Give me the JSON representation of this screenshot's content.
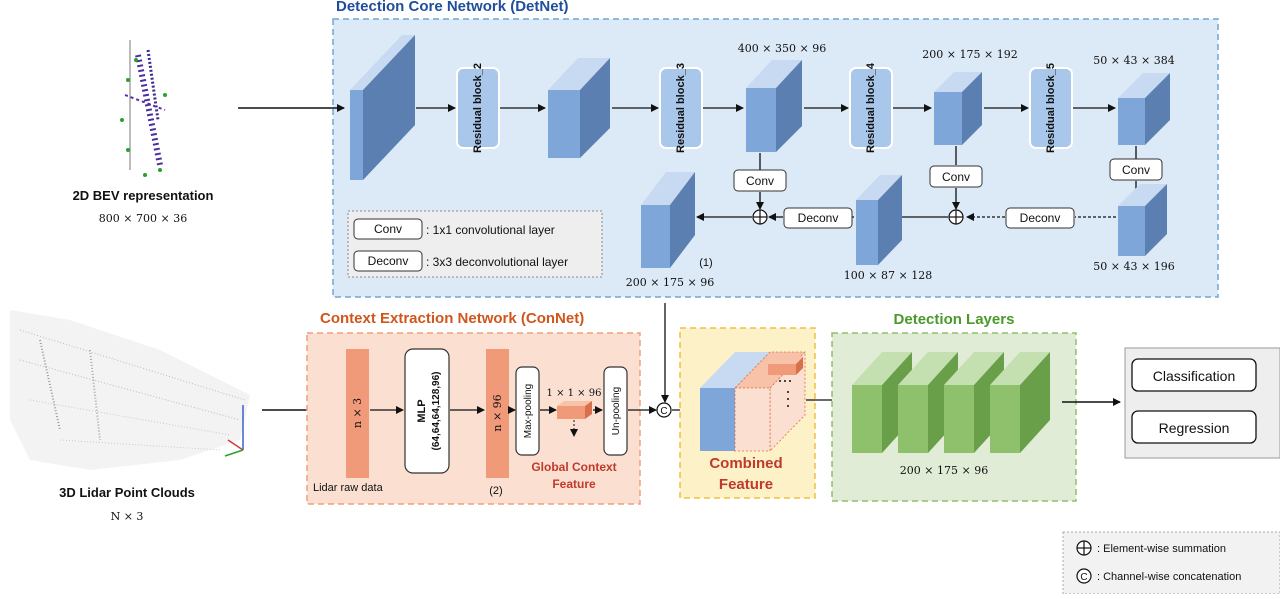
{
  "inputs": {
    "bev_label": "2D BEV representation",
    "bev_dims": "800 × 700 × 36",
    "lidar_label": "3D Lidar Point Clouds",
    "lidar_dims": "N × 3"
  },
  "detnet": {
    "title": "Detection Core Network (DetNet)",
    "blocks": [
      "Residual block_2",
      "Residual block_3",
      "Residual block_4",
      "Residual block_5"
    ],
    "dims": {
      "d3": "400 × 350 × 96",
      "d4": "200 × 175 × 192",
      "d5": "50 × 43 × 384",
      "out": "200 × 175 × 96",
      "mid": "100 × 87 × 128",
      "right": "50 × 43 × 196"
    },
    "conv_label": "Conv",
    "deconv_label": "Deconv",
    "marker_1": "(1)"
  },
  "legend_box": {
    "conv_desc": ": 1x1 convolutional layer",
    "deconv_desc": ": 3x3 deconvolutional layer"
  },
  "connet": {
    "title": "Context Extraction Network (ConNet)",
    "raw_label": "Lidar raw data",
    "n3": "n × 3",
    "mlp": "MLP",
    "mlp_dims": "(64,64,64,128,96)",
    "n96": "n × 96",
    "maxpool": "Max-pooling",
    "pooled_dims": "1 × 1 × 96",
    "unpool": "Un-pooling",
    "global_1": "Global Context",
    "global_2": "Feature",
    "marker_2": "(2)"
  },
  "combined": {
    "line1": "Combined",
    "line2": "Feature"
  },
  "detection": {
    "title": "Detection Layers",
    "dims": "200 × 175 × 96"
  },
  "outputs": {
    "classification": "Classification",
    "regression": "Regression"
  },
  "symbol_legend": {
    "sum": ": Element-wise summation",
    "concat": ": Channel-wise concatenation",
    "concat_symbol": "C"
  },
  "colors": {
    "detnet_bg": "#dce9f6",
    "detnet_border": "#6ea6d8",
    "connet_bg": "#fbe0d2",
    "connet_border": "#f0a07a",
    "combined_bg": "#fdf1c8",
    "combined_border": "#f0c040",
    "detect_bg": "#e1ecd6",
    "detect_border": "#8fc06b",
    "title_blue": "#1f4e9a",
    "title_orange": "#d0561b",
    "title_green": "#4a9a2a",
    "title_red": "#c0392b"
  }
}
